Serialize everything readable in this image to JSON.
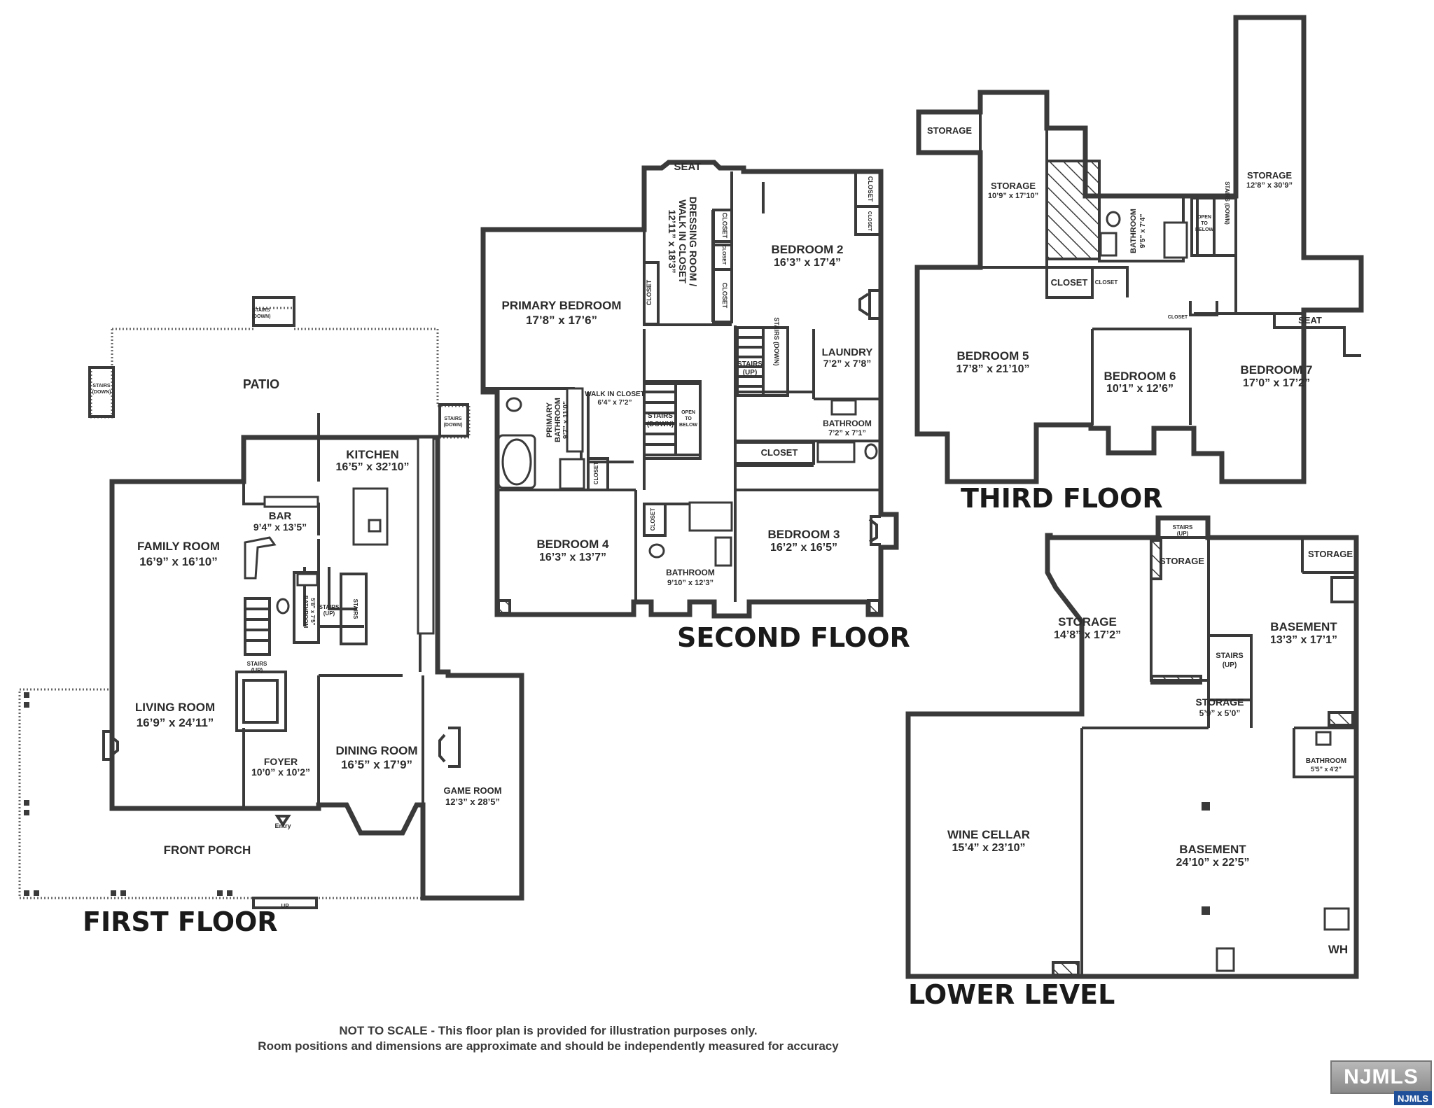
{
  "floors": {
    "first": {
      "title": "FIRST FLOOR",
      "rooms": {
        "patio": {
          "name": "PATIO"
        },
        "kitchen": {
          "name": "KITCHEN",
          "dim": "16’5” x 32’10”"
        },
        "bar": {
          "name": "BAR",
          "dim": "9’4” x 13’5”"
        },
        "family": {
          "name": "FAMILY ROOM",
          "dim": "16’9” x 16’10”"
        },
        "living": {
          "name": "LIVING ROOM",
          "dim": "16’9” x 24’11”"
        },
        "dining": {
          "name": "DINING ROOM",
          "dim": "16’5” x 17’9”"
        },
        "foyer": {
          "name": "FOYER",
          "dim": "10’0” x 10’2”"
        },
        "game": {
          "name": "GAME ROOM",
          "dim": "12’3” x 28’5”"
        },
        "porch": {
          "name": "FRONT PORCH"
        },
        "bath": {
          "name": "BATHROOM",
          "dim": "5’8” x 7’5”"
        }
      },
      "labels": {
        "stairs_down": "STAIRS",
        "down": "(DOWN)",
        "stairs_up": "STAIRS",
        "up": "(UP)",
        "entry": "Entry",
        "up_step": "UP"
      }
    },
    "second": {
      "title": "SECOND FLOOR",
      "rooms": {
        "seat": {
          "name": "SEAT"
        },
        "dressing1": {
          "name": "DRESSING ROOM /"
        },
        "dressing2": {
          "name": "WALK IN CLOSET"
        },
        "dressing3": {
          "name": "12’11” x 18’3”"
        },
        "primary": {
          "name": "PRIMARY BEDROOM",
          "dim": "17’8” x 17’6”"
        },
        "bed2": {
          "name": "BEDROOM 2",
          "dim": "16’3” x 17’4”"
        },
        "laundry": {
          "name": "LAUNDRY",
          "dim": "7’2” x 7’8”"
        },
        "bath_hall": {
          "name": "BATHROOM",
          "dim": "7’2” x 7’1”"
        },
        "closet_hall": {
          "name": "CLOSET"
        },
        "primary_bath1": {
          "name": "PRIMARY"
        },
        "primary_bath2": {
          "name": "BATHROOM"
        },
        "primary_bath3": {
          "name": "9’7” x 11’0”"
        },
        "walkin": {
          "name": "WALK IN CLOSET",
          "dim": "6’4” x 7’2”"
        },
        "bed4": {
          "name": "BEDROOM 4",
          "dim": "16’3” x 13’7”"
        },
        "bed3": {
          "name": "BEDROOM 3",
          "dim": "16’2” x 16’5”"
        },
        "bath_shared": {
          "name": "BATHROOM",
          "dim": "9’10” x 12’3”"
        }
      },
      "labels": {
        "closet": "CLOSET",
        "stairs": "STAIRS",
        "up": "(UP)",
        "down": "(DOWN)",
        "stairs_down": "STAIRS (DOWN)",
        "open": "OPEN",
        "to": "TO",
        "below": "BELOW"
      }
    },
    "third": {
      "title": "THIRD FLOOR",
      "rooms": {
        "storage_small": {
          "name": "STORAGE"
        },
        "storage_mid": {
          "name": "STORAGE",
          "dim": "10’9” x 17’10”"
        },
        "storage_tall": {
          "name": "STORAGE",
          "dim": "12’8” x 30’9”"
        },
        "bath": {
          "name": "BATHROOM",
          "dim": "9’5” x 7’4”"
        },
        "closet_a": {
          "name": "CLOSET"
        },
        "closet_b": {
          "name": "CLOSET"
        },
        "closet_c": {
          "name": "CLOSET"
        },
        "bed5": {
          "name": "BEDROOM 5",
          "dim": "17’8” x 21’10”"
        },
        "bed6": {
          "name": "BEDROOM 6",
          "dim": "10’1” x 12’6”"
        },
        "bed7": {
          "name": "BEDROOM 7",
          "dim": "17’0” x 17’2”"
        },
        "seat": {
          "name": "SEAT"
        }
      },
      "labels": {
        "open": "OPEN",
        "to": "TO",
        "below": "BELOW",
        "stairs_down": "STAIRS (DOWN)"
      }
    },
    "lower": {
      "title": "LOWER LEVEL",
      "rooms": {
        "storage_a": {
          "name": "STORAGE"
        },
        "storage_b": {
          "name": "STORAGE"
        },
        "storage_main": {
          "name": "STORAGE",
          "dim": "14’8” x 17’2”"
        },
        "basement_a": {
          "name": "BASEMENT",
          "dim": "13’3” x 17’1”"
        },
        "storage_small": {
          "name": "STORAGE",
          "dim": "5’9” x 5’0”"
        },
        "bath": {
          "name": "BATHROOM",
          "dim": "5’5” x 4’2”"
        },
        "wine": {
          "name": "WINE CELLAR",
          "dim": "15’4” x 23’10”"
        },
        "basement_b": {
          "name": "BASEMENT",
          "dim": "24’10” x 22’5”"
        },
        "wh": {
          "name": "WH"
        }
      },
      "labels": {
        "stairs": "STAIRS",
        "up": "(UP)"
      }
    }
  },
  "disclaimer": {
    "line1": "NOT TO SCALE - This floor plan is provided for illustration purposes only.",
    "line2": "Room positions and dimensions are approximate and should be independently measured for accuracy"
  },
  "logo": {
    "main": "NJMLS",
    "sub": "NJMLS"
  },
  "colors": {
    "wall": "#3a3a3a",
    "background": "#ffffff",
    "logo_blue": "#1f4f99"
  }
}
